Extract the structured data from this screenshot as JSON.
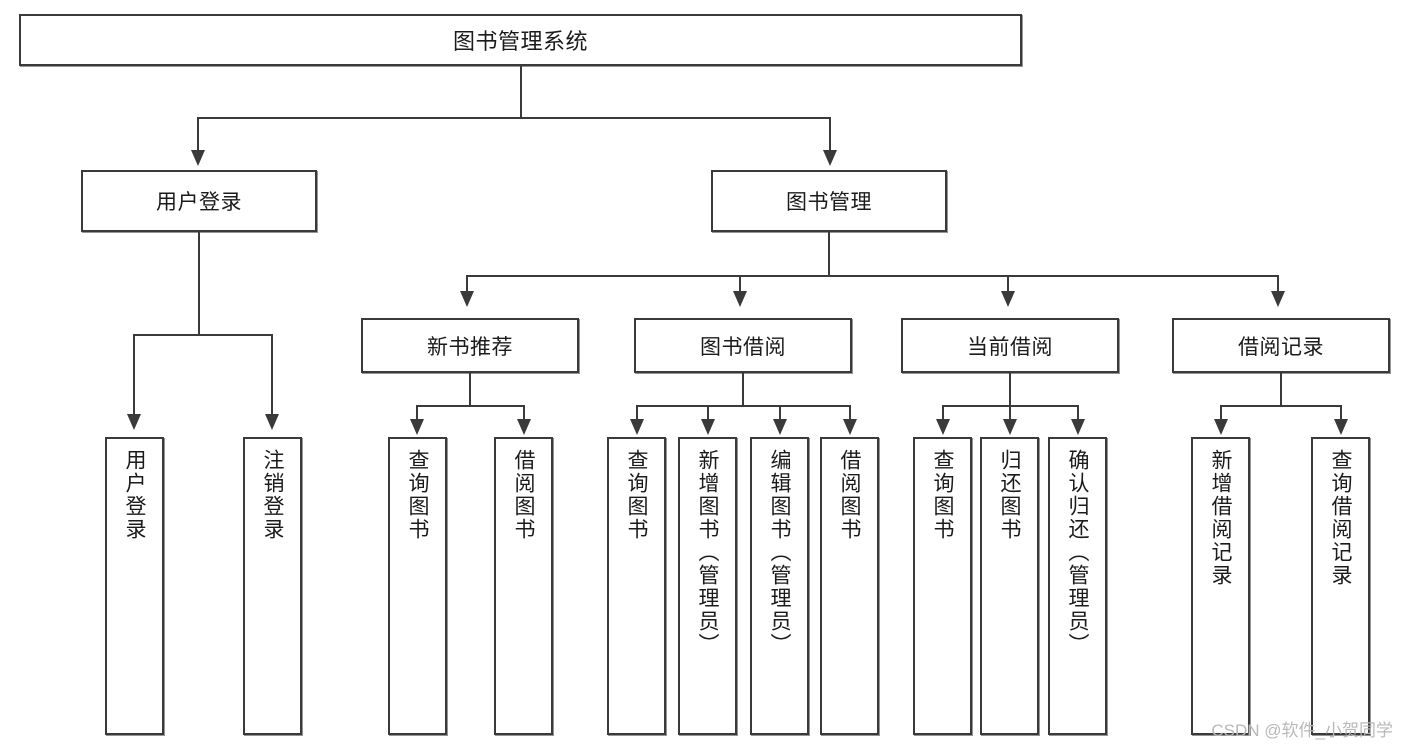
{
  "diagram": {
    "title": "图书管理系统",
    "type": "hierarchy-tree",
    "root": {
      "label": "图书管理系统"
    },
    "level2": [
      {
        "label": "用户登录"
      },
      {
        "label": "图书管理"
      }
    ],
    "level3": [
      {
        "label": "新书推荐"
      },
      {
        "label": "图书借阅"
      },
      {
        "label": "当前借阅"
      },
      {
        "label": "借阅记录"
      }
    ],
    "leaves": {
      "user_login": [
        {
          "label": "用户登录"
        },
        {
          "label": "注销登录"
        }
      ],
      "new_book_recommend": [
        {
          "label": "查询图书"
        },
        {
          "label": "借阅图书"
        }
      ],
      "book_borrow": [
        {
          "label": "查询图书"
        },
        {
          "label": "新增图书（管理员）"
        },
        {
          "label": "编辑图书（管理员）"
        },
        {
          "label": "借阅图书"
        }
      ],
      "current_borrow": [
        {
          "label": "查询图书"
        },
        {
          "label": "归还图书"
        },
        {
          "label": "确认归还（管理员）"
        }
      ],
      "borrow_record": [
        {
          "label": "新增借阅记录"
        },
        {
          "label": "查询借阅记录"
        }
      ]
    }
  },
  "watermark": {
    "text": "CSDN @软件_小贺同学"
  },
  "colors": {
    "stroke": "#3a3a3a",
    "background": "#ffffff",
    "text": "#1b1b1b",
    "watermark": "#b9b9b9"
  }
}
